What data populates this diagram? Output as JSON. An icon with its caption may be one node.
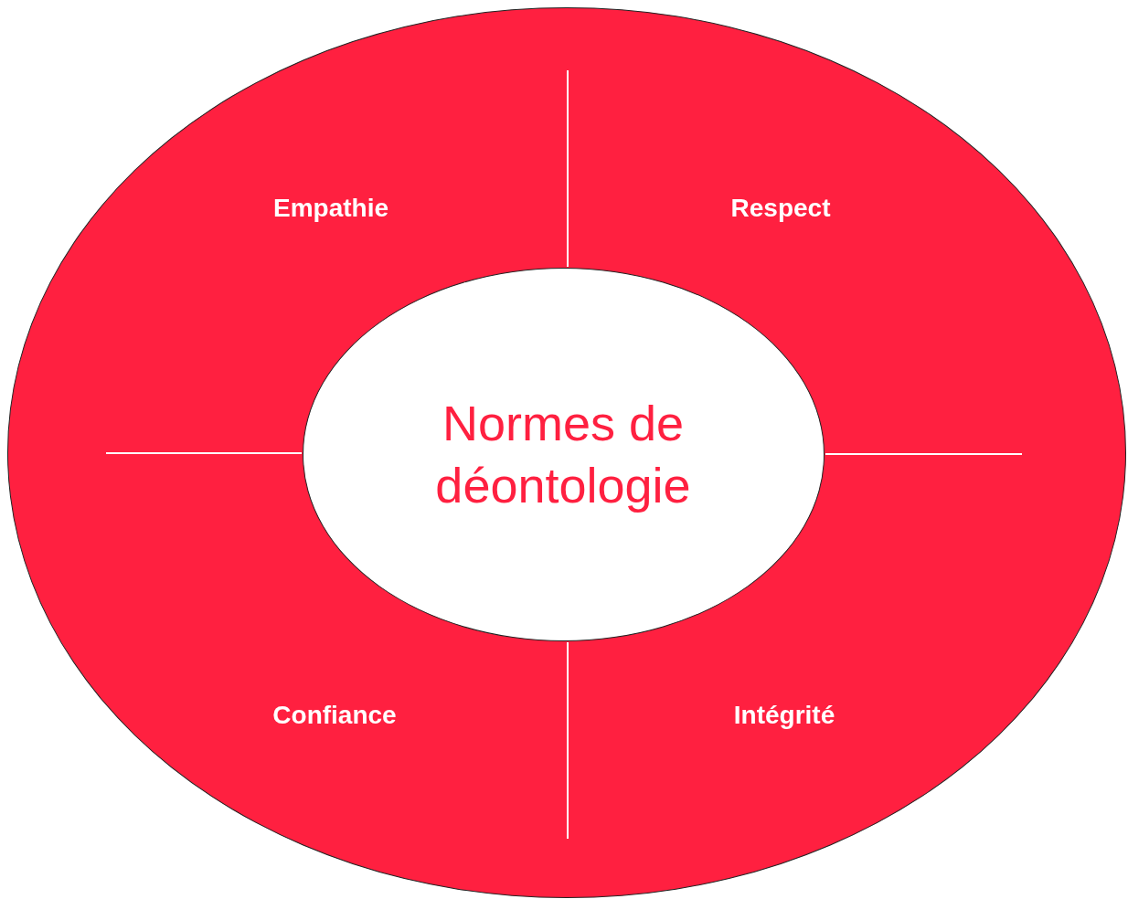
{
  "diagram": {
    "nodes": [
      {
        "text": [],
        "shape": "ellipse"
      },
      {
        "text": [
          "Normes de déontologie"
        ],
        "in": 0
      }
    ],
    "labels": [
      "Empathie",
      "Respect",
      "Confiance",
      "Intégrité"
    ]
  }
}
